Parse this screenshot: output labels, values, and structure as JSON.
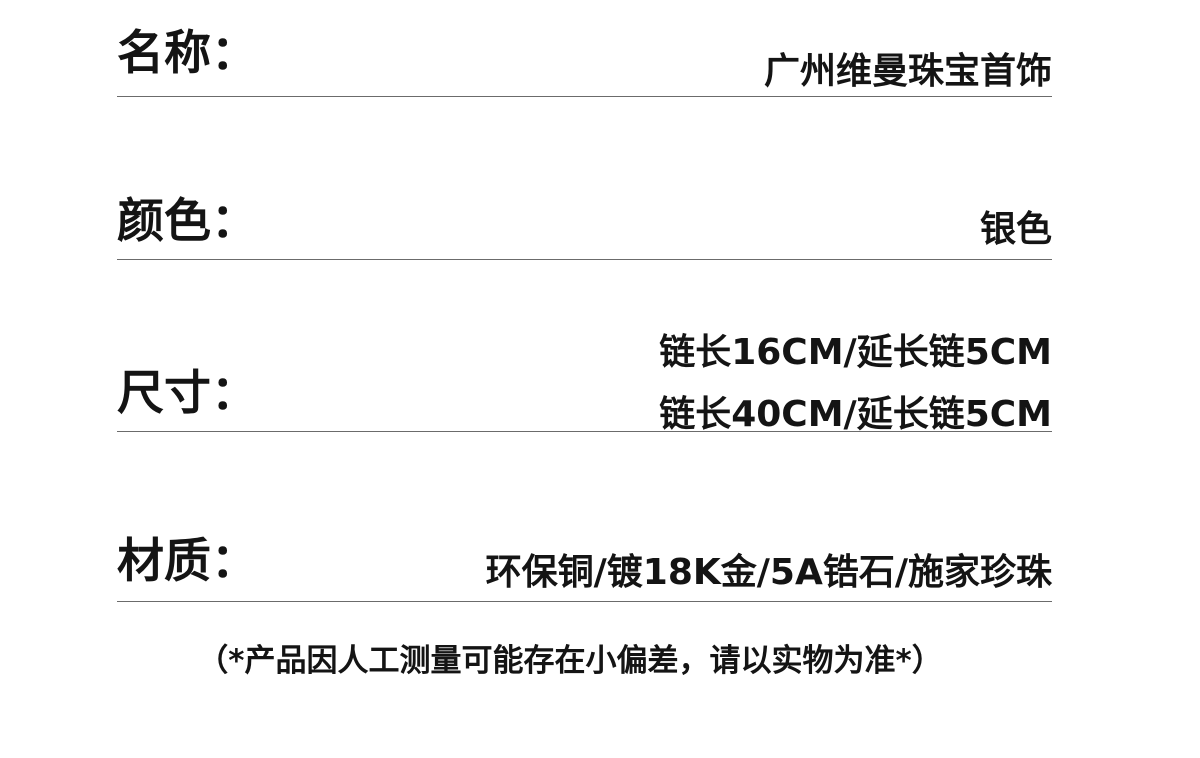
{
  "specs": {
    "name": {
      "label": "名称：",
      "value": "广州维曼珠宝首饰"
    },
    "color": {
      "label": "颜色：",
      "value": "银色"
    },
    "size": {
      "label": "尺寸：",
      "values": [
        "链长16CM/延长链5CM",
        "链长40CM/延长链5CM"
      ]
    },
    "material": {
      "label": "材质：",
      "value": "环保铜/镀18K金/5A锆石/施家珍珠"
    }
  },
  "footnote": "（*产品因人工测量可能存在小偏差，请以实物为准*）"
}
